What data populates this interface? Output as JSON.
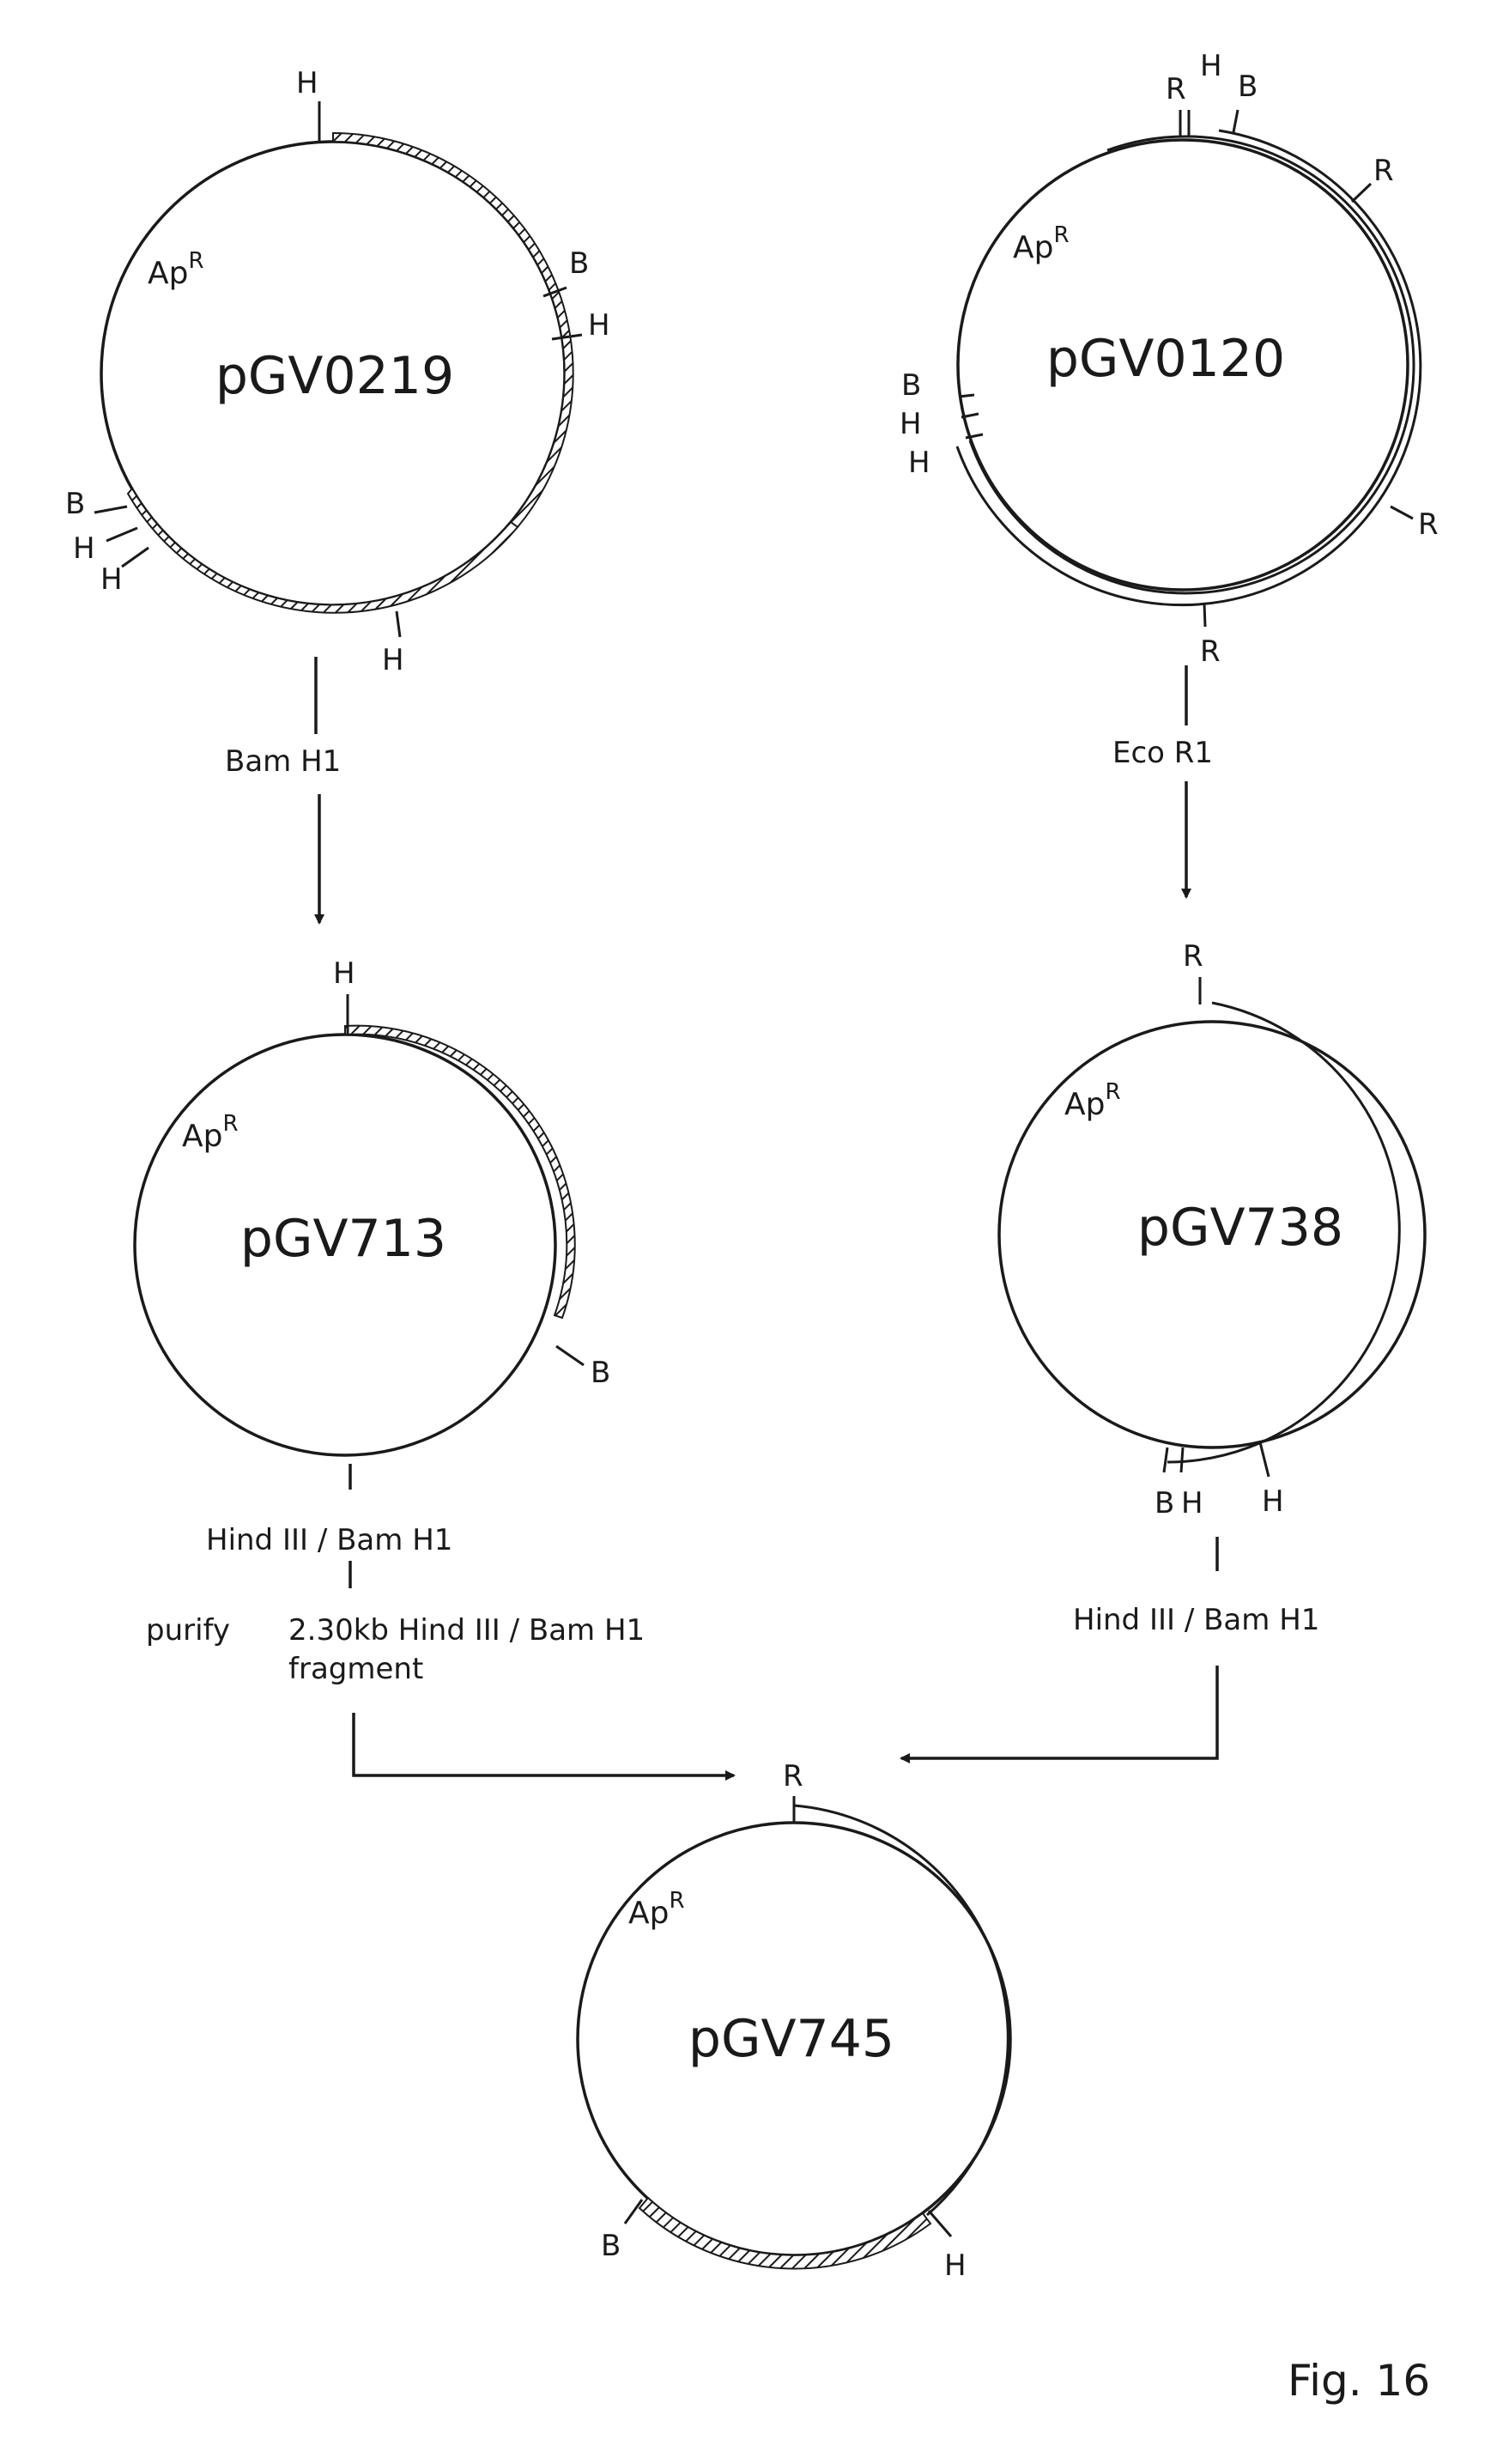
{
  "figure_label": "Fig. 16",
  "marker_label": "ApR",
  "marker_base": "Ap",
  "marker_sup": "R",
  "plasmids": {
    "p1": {
      "name": "pGV0219",
      "sites": [
        "H",
        "B",
        "H",
        "B",
        "H",
        "H",
        "H"
      ]
    },
    "p2": {
      "name": "pGV0120",
      "sites": [
        "R",
        "H",
        "B",
        "R",
        "R",
        "R",
        "B",
        "H",
        "H"
      ]
    },
    "p3": {
      "name": "pGV713",
      "sites": [
        "H",
        "B"
      ]
    },
    "p4": {
      "name": "pGV738",
      "sites": [
        "R",
        "B",
        "H",
        "H"
      ]
    },
    "p5": {
      "name": "pGV745",
      "sites": [
        "R",
        "B",
        "H"
      ]
    }
  },
  "steps": {
    "bamhi": "Bam H1",
    "ecori": "Eco R1",
    "hindbam_left": "Hind III / Bam H1",
    "purify": "purify",
    "fragment_line1": "2.30kb  Hind III / Bam H1",
    "fragment_line2": "fragment",
    "hindbam_right": "Hind III / Bam H1"
  }
}
